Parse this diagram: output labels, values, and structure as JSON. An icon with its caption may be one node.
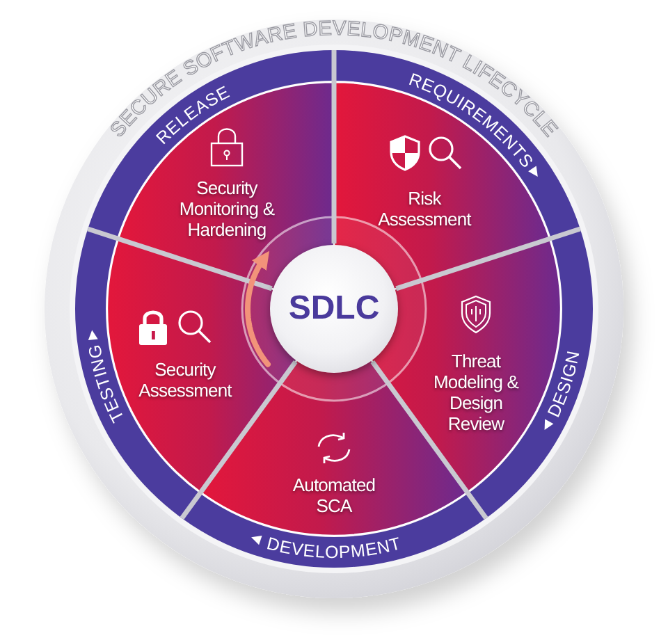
{
  "diagram": {
    "title": "SECURE SOFTWARE DEVELOPMENT LIFECYCLE",
    "nodes": [
      {
        "text": [
          "REQUIREMENTS",
          "Risk Assessment"
        ]
      },
      {
        "text": [
          "Threat Modeling & Design Review",
          "DESIGN"
        ]
      },
      {
        "text": [
          "Automated SCA",
          "DEVELOPMENT"
        ]
      },
      {
        "text": [
          "TESTING",
          "Security Assessment"
        ]
      },
      {
        "text": [
          "RELEASE",
          "Security Monitoring & Hardening"
        ]
      },
      {
        "text": [
          "SDLC"
        ]
      }
    ]
  }
}
